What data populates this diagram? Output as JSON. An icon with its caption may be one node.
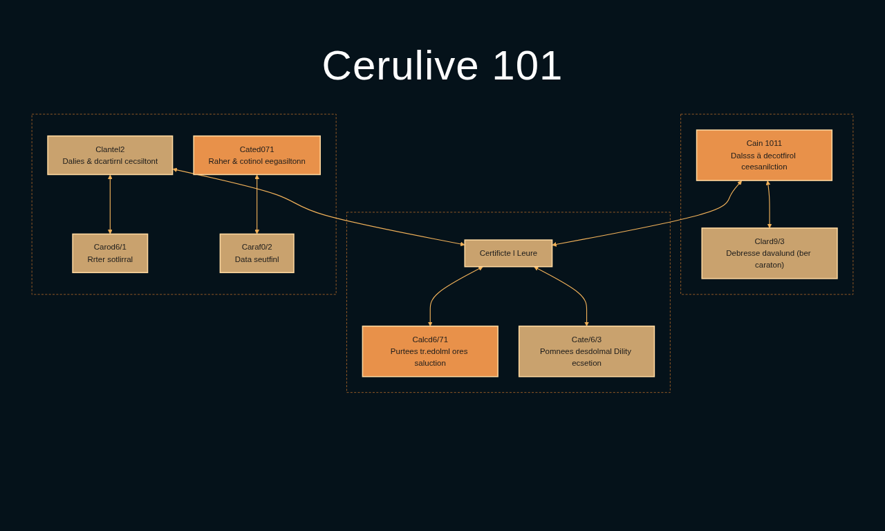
{
  "diagram": {
    "title": "Cerulive 101",
    "nodes": [
      {
        "text": [],
        "shape": "box"
      },
      {
        "text": [],
        "shape": "box"
      },
      {
        "text": [],
        "shape": "box"
      },
      {
        "text": [
          "Cain 1011",
          "Dalsss ä decotfirol ceesanilction"
        ],
        "in": 0
      },
      {
        "text": [
          "Clard9/3",
          "Debresse davalund (ber caraton)"
        ],
        "in": 0
      },
      {
        "text": [
          "Certificte l Leure"
        ],
        "in": 1
      },
      {
        "text": [
          "Calcd6/71",
          "Purtees tr.edolml ores saluction"
        ],
        "in": 1
      },
      {
        "text": [
          "Cate/6/3",
          "Pomnees desdolmal Dility ecsetion"
        ],
        "in": 1
      },
      {
        "text": [
          "Clantel2",
          "Dalies & dcartirnl cecsiltont"
        ],
        "in": 2
      },
      {
        "text": [
          "Cated071",
          "Raher & cotinol eegasiltonn"
        ],
        "in": 2
      },
      {
        "text": [
          "Carod6/1",
          "Rrter sotlirral"
        ],
        "in": 2
      },
      {
        "text": [
          "Caraf0/2",
          "Data seutfinl"
        ],
        "in": 2
      }
    ],
    "edges": [
      {
        "from": 3,
        "to": 4,
        "arrow": "both"
      },
      {
        "from": 3,
        "to": 5,
        "arrow": "both"
      },
      {
        "from": 5,
        "to": 6,
        "arrow": "both"
      },
      {
        "from": 5,
        "to": 7,
        "arrow": "both"
      },
      {
        "from": 8,
        "to": 5,
        "arrow": "both"
      },
      {
        "from": 8,
        "to": 10,
        "arrow": "both"
      },
      {
        "from": 9,
        "to": 11,
        "arrow": "both"
      }
    ]
  }
}
